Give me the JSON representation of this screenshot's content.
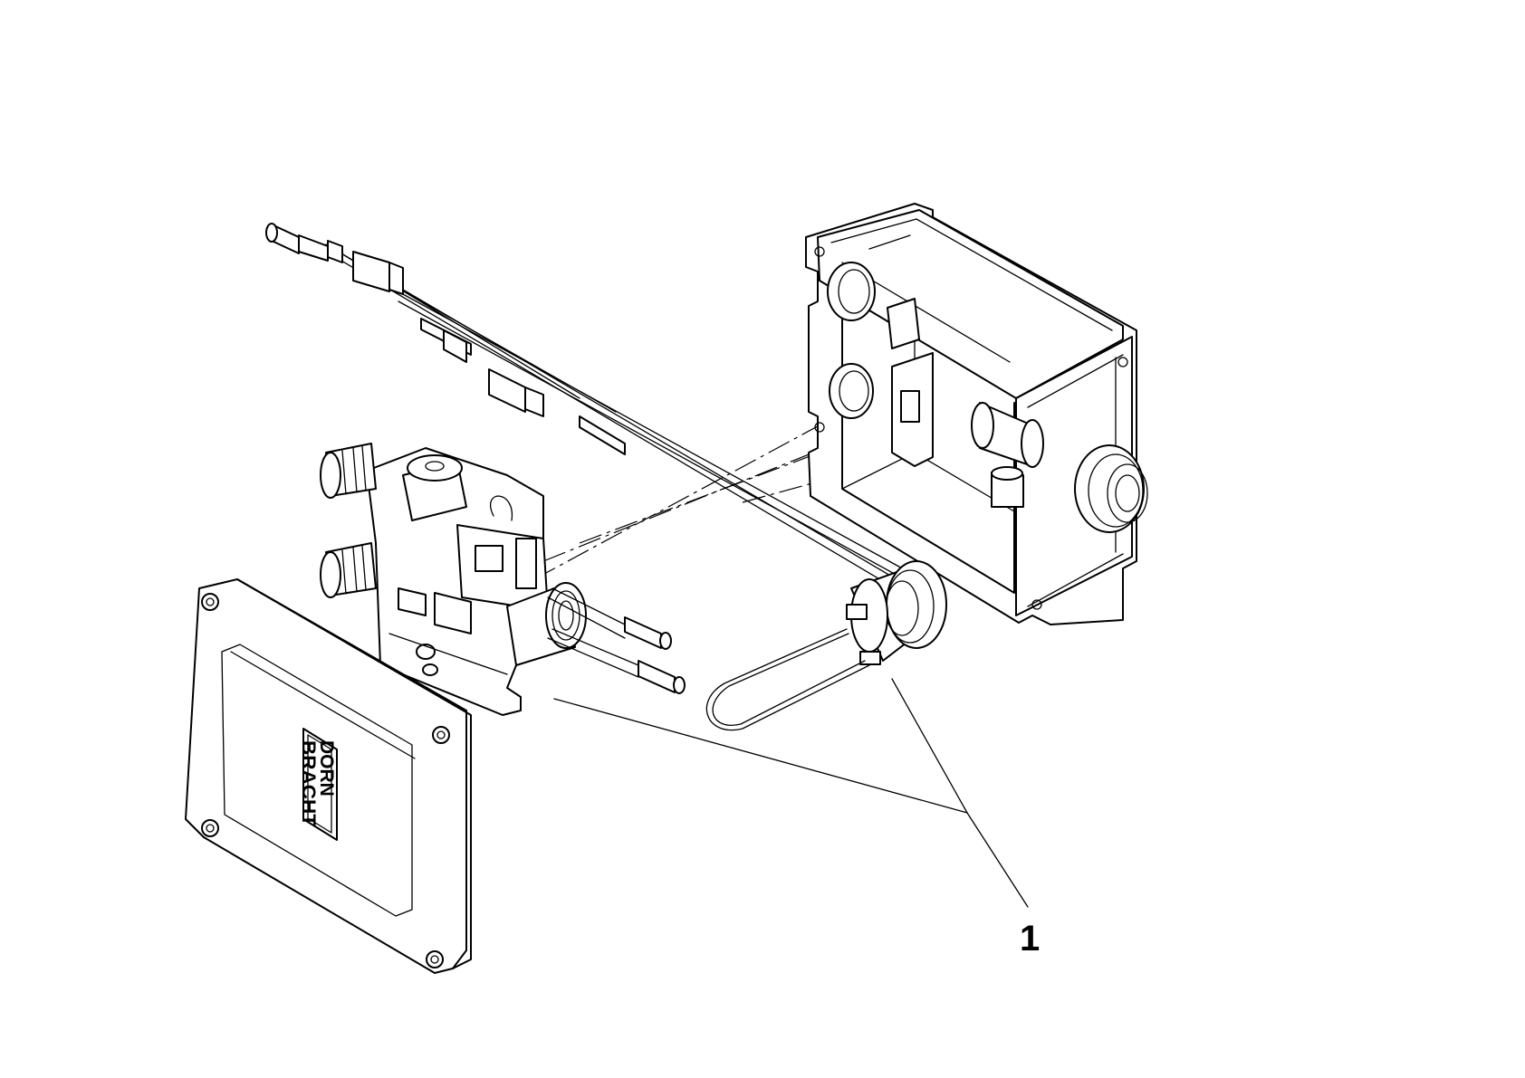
{
  "diagram": {
    "callouts": [
      {
        "label": "1"
      }
    ],
    "logo": {
      "line1": "DORN",
      "line2": "BRACHT"
    },
    "parts": [
      {
        "icon": "mounting-box-icon"
      },
      {
        "icon": "valve-block-icon"
      },
      {
        "icon": "cable-harness-icon"
      },
      {
        "icon": "cover-plate-icon"
      },
      {
        "icon": "sensor-plug-icon"
      }
    ]
  }
}
